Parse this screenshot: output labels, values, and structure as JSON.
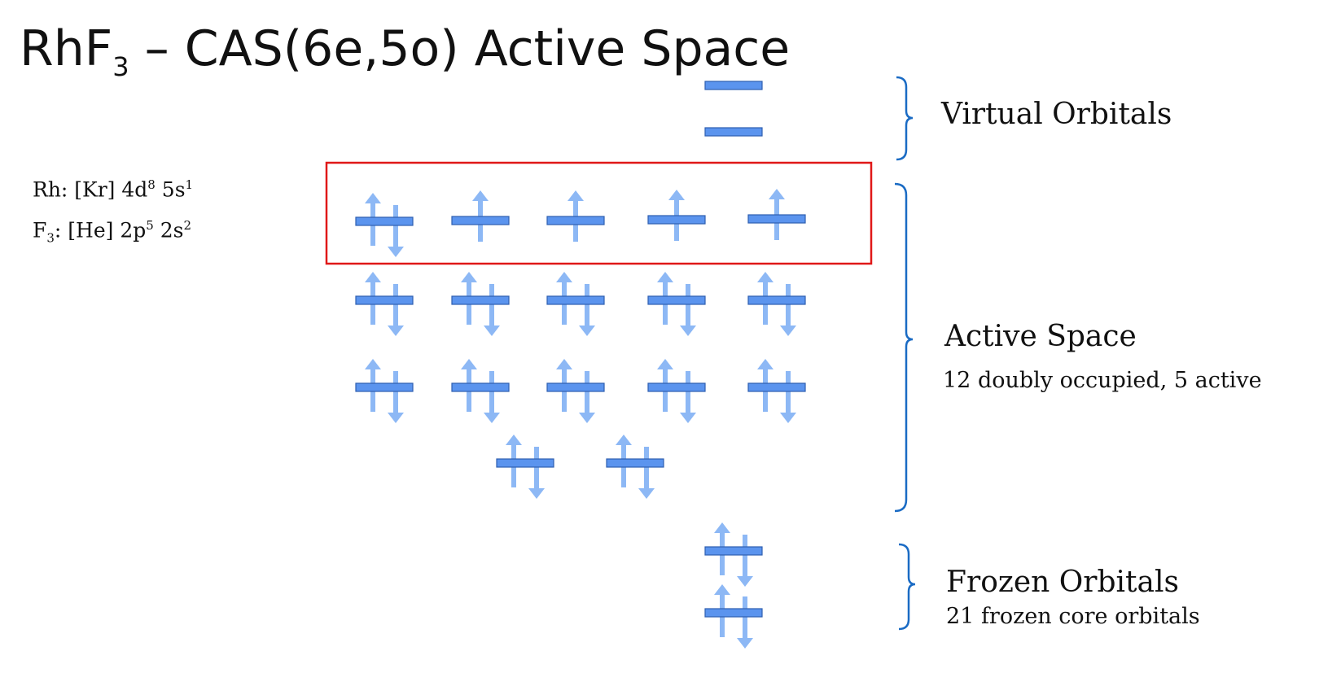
{
  "title": {
    "main": "RhF",
    "sub": "3",
    "rest": " – CAS(6e,5o) Active Space"
  },
  "config": {
    "rh": {
      "prefix": "Rh: [Kr] 4d",
      "d_sup": "8",
      "mid": " 5s",
      "s_sup": "1"
    },
    "f": {
      "prefix": "F",
      "sub": "3",
      "mid": ": [He] 2p",
      "p_sup": "5",
      "mid2": " 2s",
      "s_sup": "2"
    }
  },
  "groups": {
    "virtual": {
      "label": "Virtual Orbitals"
    },
    "active": {
      "label": "Active Space",
      "detail": "12 doubly occupied, 5 active"
    },
    "frozen": {
      "label": "Frozen Orbitals",
      "detail": "21 frozen core orbitals"
    }
  },
  "orbitals": {
    "virtual": [
      "empty",
      "empty"
    ],
    "cas_active": [
      "paired",
      "up",
      "up",
      "up",
      "up"
    ],
    "doubly_occupied_rows": [
      [
        "paired",
        "paired",
        "paired",
        "paired",
        "paired"
      ],
      [
        "paired",
        "paired",
        "paired",
        "paired",
        "paired"
      ],
      [
        "paired",
        "paired"
      ]
    ],
    "frozen": [
      "paired",
      "paired"
    ]
  },
  "colors": {
    "orbital_fill": "#5b94ee",
    "orbital_stroke": "#2e5fb0",
    "arrow": "#8db8f5",
    "bracket": "#1a6bc4",
    "highlight_box": "#e01818"
  }
}
